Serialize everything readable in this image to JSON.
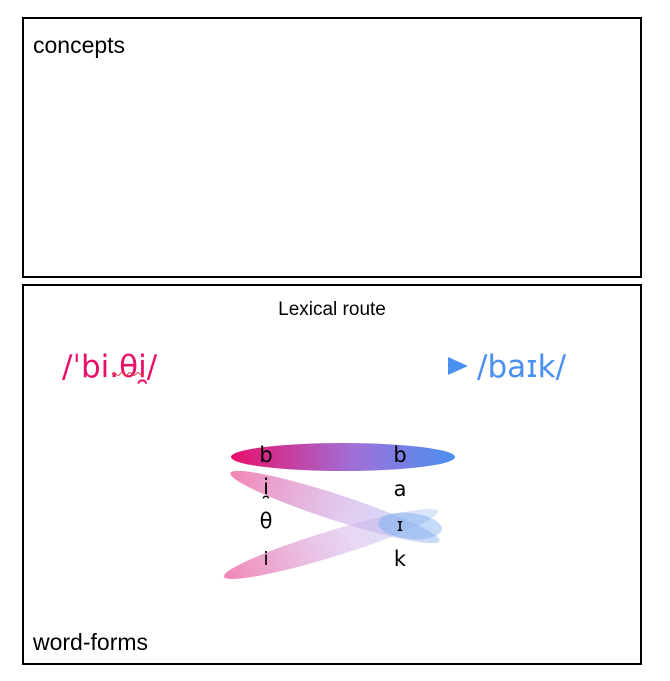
{
  "panels": {
    "concepts": {
      "label": "concepts"
    },
    "word_forms": {
      "label": "word-forms"
    }
  },
  "route": {
    "label": "Lexical route",
    "source_word": "/ˈbi.θi̯/",
    "target_word": "/baɪk/"
  },
  "source_phonemes": [
    "b",
    "i̯",
    "θ",
    "i"
  ],
  "target_phonemes": [
    "b",
    "a",
    "ɪ",
    "k"
  ],
  "colors": {
    "source": "#e8106a",
    "target": "#4a90f0",
    "mid": "#b87ad8",
    "border": "#000000"
  }
}
